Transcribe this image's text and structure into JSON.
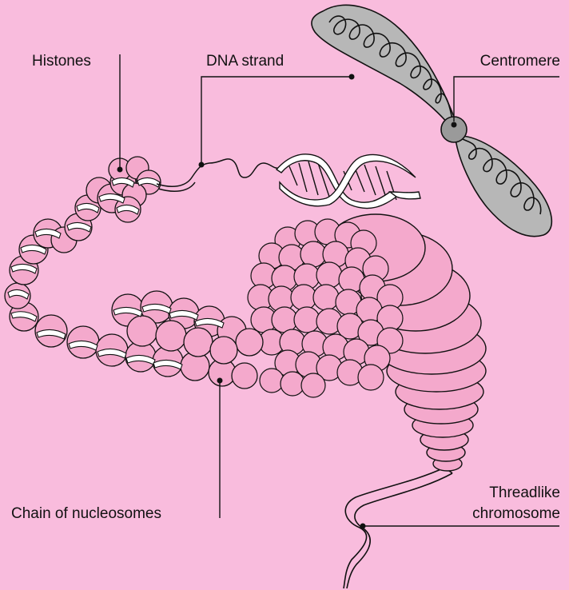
{
  "labels": {
    "histones": "Histones",
    "dna_strand": "DNA strand",
    "centromere": "Centromere",
    "chain": "Chain of nucleosomes",
    "threadlike_line1": "Threadlike",
    "threadlike_line2": "chromosome"
  },
  "colors": {
    "background": "#F9BCDD",
    "pink_fill": "#F4A9CC",
    "pink_dark": "#E48FB8",
    "chromosome_gray": "#B7B7B7",
    "ink": "#111111"
  }
}
